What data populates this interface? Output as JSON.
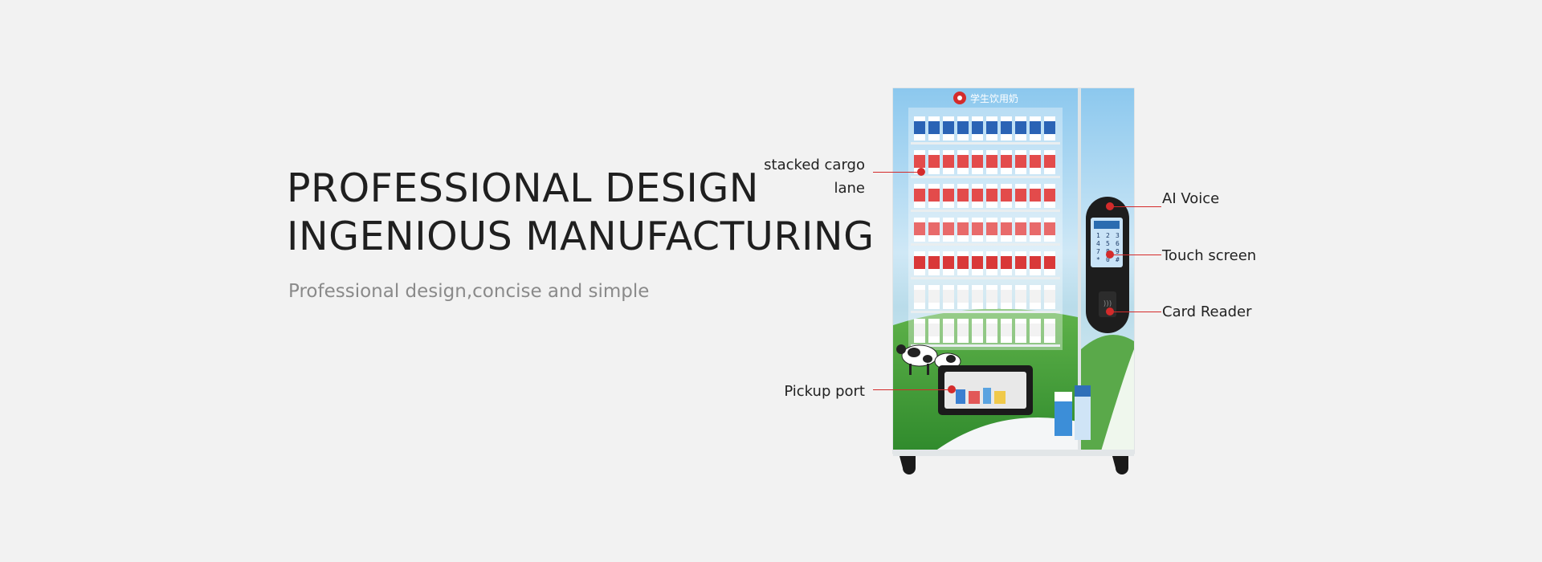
{
  "headline": {
    "line1": "PROFESSIONAL DESIGN",
    "line2": "INGENIOUS MANUFACTURING"
  },
  "subline": "Professional design,concise and simple",
  "machine": {
    "brand_text": "学生饮用奶",
    "keypad_keys": [
      "1",
      "2",
      "3",
      "4",
      "5",
      "6",
      "7",
      "8",
      "9",
      "*",
      "0",
      "#"
    ]
  },
  "callouts": {
    "stacked_cargo_lane": "stacked cargo lane",
    "pickup_port": "Pickup port",
    "ai_voice": "AI Voice",
    "touch_screen": "Touch screen",
    "card_reader": "Card Reader"
  },
  "colors": {
    "background": "#f2f2f2",
    "accent_red": "#d42b2b",
    "sky_blue": "#9fd0ee",
    "grass_green": "#3d9a35"
  }
}
